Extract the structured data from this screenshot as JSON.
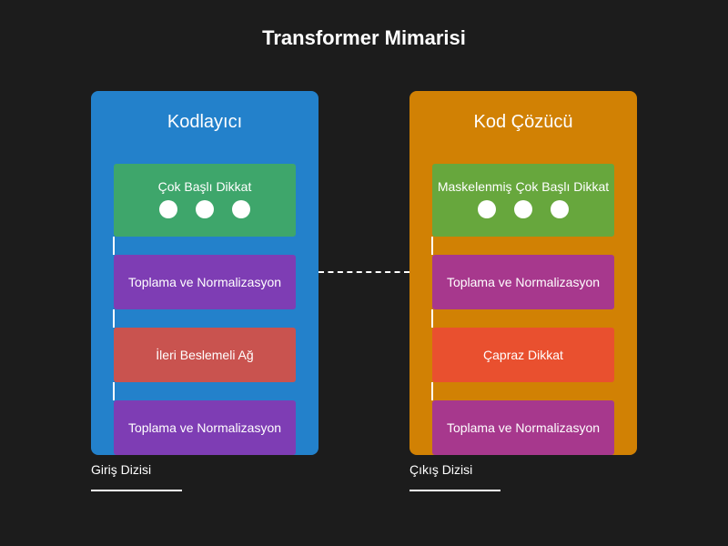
{
  "title": "Transformer Mimarisi",
  "encoder": {
    "title": "Kodlayıcı",
    "color": "#2381cb",
    "blocks": [
      {
        "label": "Çok Başlı Dikkat",
        "color": "#3ea66b",
        "dots": 3
      },
      {
        "label": "Toplama ve Normalizasyon",
        "color": "#7e3db4"
      },
      {
        "label": "İleri Beslemeli Ağ",
        "color": "#c9534f"
      },
      {
        "label": "Toplama ve Normalizasyon",
        "color": "#7e3db4"
      }
    ],
    "input_label": "Giriş Dizisi"
  },
  "decoder": {
    "title": "Kod Çözücü",
    "color": "#d18104",
    "blocks": [
      {
        "label": "Maskelenmiş Çok Başlı Dikkat",
        "color": "#67a73d",
        "dots": 3
      },
      {
        "label": "Toplama ve Normalizasyon",
        "color": "#a7388d"
      },
      {
        "label": "Çapraz Dikkat",
        "color": "#e9502f"
      },
      {
        "label": "Toplama ve Normalizasyon",
        "color": "#a7388d"
      }
    ],
    "output_label": "Çıkış Dizisi"
  }
}
